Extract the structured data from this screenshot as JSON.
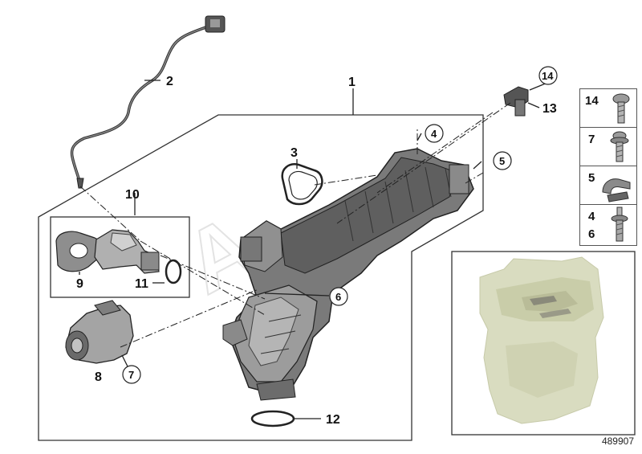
{
  "diagram": {
    "id": "489907",
    "watermark": "A",
    "callouts": [
      {
        "key": "c1",
        "label": "1",
        "circled": false
      },
      {
        "key": "c2",
        "label": "2",
        "circled": false
      },
      {
        "key": "c3",
        "label": "3",
        "circled": false
      },
      {
        "key": "c4",
        "label": "4",
        "circled": true
      },
      {
        "key": "c5",
        "label": "5",
        "circled": true
      },
      {
        "key": "c6",
        "label": "6",
        "circled": true
      },
      {
        "key": "c7",
        "label": "7",
        "circled": true
      },
      {
        "key": "c8",
        "label": "8",
        "circled": false
      },
      {
        "key": "c9",
        "label": "9",
        "circled": false
      },
      {
        "key": "c10",
        "label": "10",
        "circled": false
      },
      {
        "key": "c11",
        "label": "11",
        "circled": false
      },
      {
        "key": "c12",
        "label": "12",
        "circled": false
      },
      {
        "key": "c13",
        "label": "13",
        "circled": false
      },
      {
        "key": "c14",
        "label": "14",
        "circled": true
      }
    ],
    "legend": [
      {
        "label": "14",
        "icon": "bolt-icon"
      },
      {
        "label": "7",
        "icon": "flange-bolt-icon"
      },
      {
        "label": "5",
        "icon": "clip-icon"
      },
      {
        "label": "4\n6",
        "icon": "stud-icon"
      }
    ]
  }
}
